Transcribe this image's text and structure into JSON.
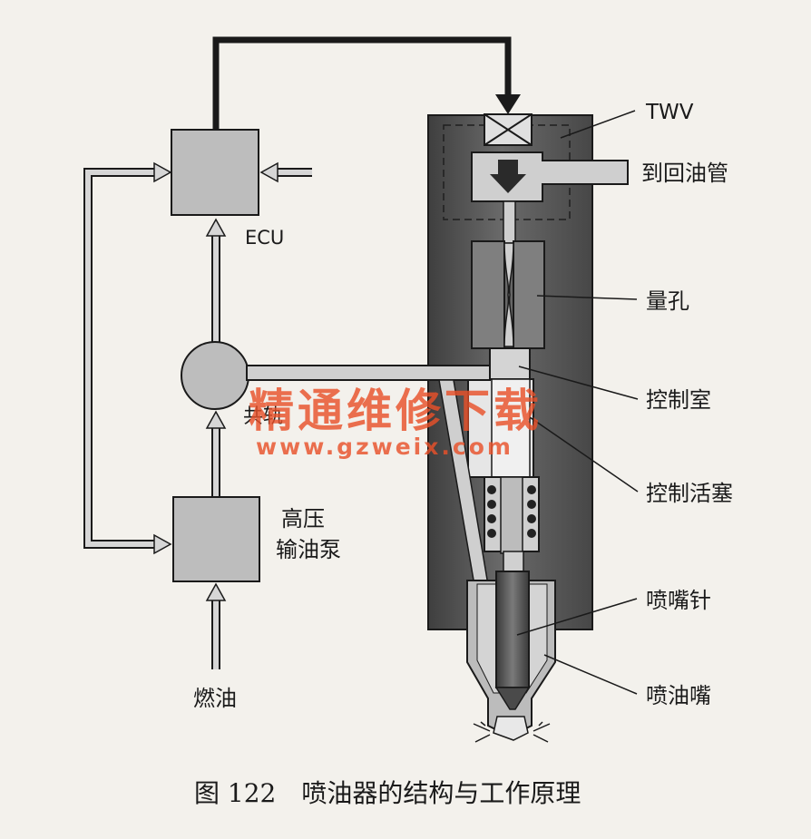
{
  "labels": {
    "twv": "TWV",
    "return_pipe": "到回油管",
    "orifice": "量孔",
    "control_chamber": "控制室",
    "control_piston": "控制活塞",
    "nozzle_needle": "喷嘴针",
    "nozzle": "喷油嘴",
    "ecu": "ECU",
    "rail": "共轨",
    "pump_line1": "高压",
    "pump_line2": "输油泵",
    "fuel": "燃油"
  },
  "caption": "图 122　喷油器的结构与工作原理",
  "watermark": {
    "line1": "精通维修下载",
    "line2": "www.gzweix.com",
    "color": "#e8502a"
  },
  "colors": {
    "background": "#f3f1ec",
    "injector_body": "#5d5d5d",
    "box_fill": "#bdbdbd",
    "pipe_fill": "#cfcfcf",
    "line": "#1a1a1a"
  }
}
